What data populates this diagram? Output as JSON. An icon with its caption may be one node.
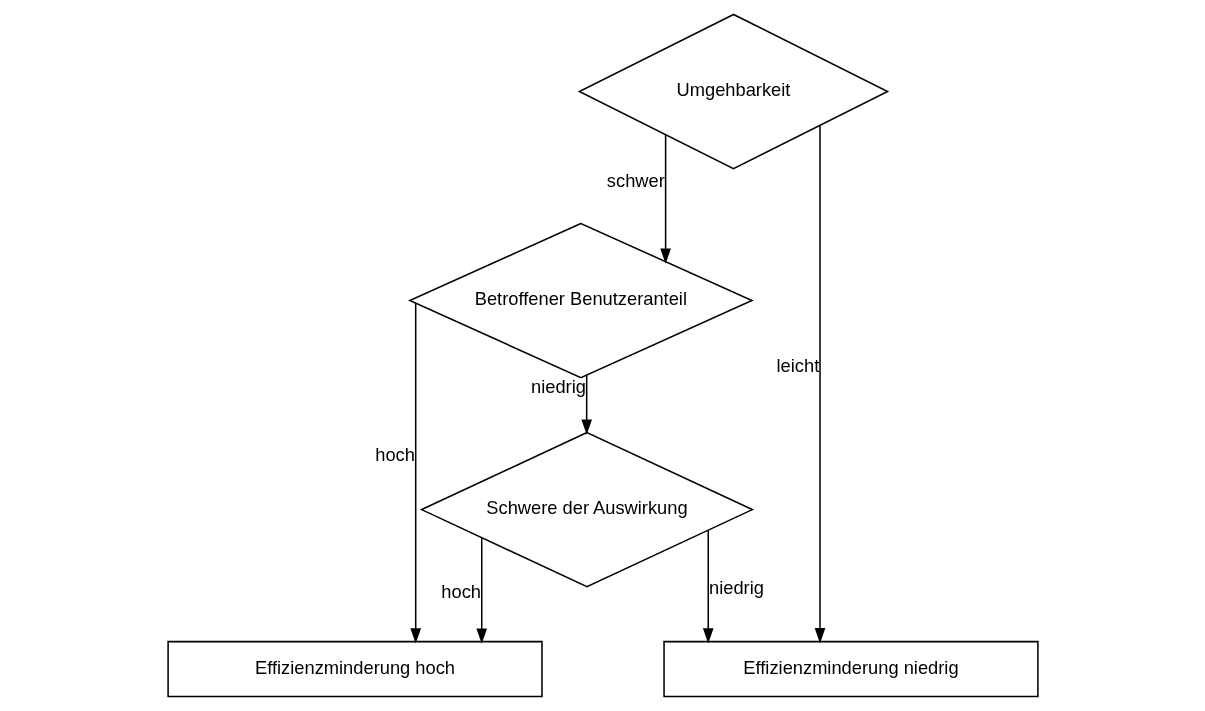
{
  "diagram": {
    "nodes": [
      {
        "text": [
          "Umgehbarkeit"
        ]
      },
      {
        "text": [
          "Betroffener Benutzeranteil"
        ]
      },
      {
        "text": [
          "Schwere der Auswirkung"
        ]
      },
      {
        "text": [
          "Effizienzminderung niedrig"
        ]
      },
      {
        "text": [
          "Effizienzminderung hoch"
        ]
      }
    ],
    "edges": [
      {
        "from": 0,
        "to": 1,
        "arrow": "to",
        "label": "schwer"
      },
      {
        "from": 1,
        "to": 4,
        "arrow": "to",
        "label": "hoch"
      },
      {
        "from": 1,
        "to": 2,
        "arrow": "to",
        "label": "niedrig"
      },
      {
        "from": 2,
        "to": 4,
        "arrow": "to",
        "label": "hoch"
      },
      {
        "from": 0,
        "to": 3,
        "arrow": "to",
        "label": "leicht"
      },
      {
        "from": 2,
        "to": 3,
        "arrow": "to",
        "label": "niedrig"
      }
    ]
  }
}
